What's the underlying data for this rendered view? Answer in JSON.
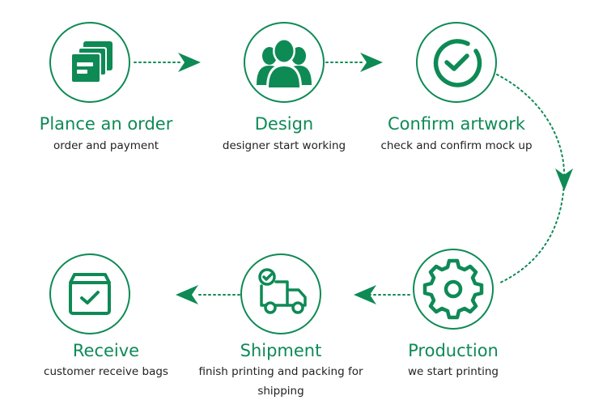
{
  "accent_color": "#0e8a55",
  "steps": [
    {
      "id": "place-order",
      "title": "Plance an order",
      "description": "order and payment",
      "icon": "documents-icon"
    },
    {
      "id": "design",
      "title": "Design",
      "description": "designer start working",
      "icon": "people-icon"
    },
    {
      "id": "confirm-artwork",
      "title": "Confirm artwork",
      "description": "check and confirm mock up",
      "icon": "check-circle-icon"
    },
    {
      "id": "production",
      "title": "Production",
      "description": "we start printing",
      "icon": "gear-icon"
    },
    {
      "id": "shipment",
      "title": "Shipment",
      "description": "finish printing and packing for shipping",
      "icon": "delivery-truck-icon"
    },
    {
      "id": "receive",
      "title": "Receive",
      "description": "customer receive bags",
      "icon": "box-check-icon"
    }
  ]
}
